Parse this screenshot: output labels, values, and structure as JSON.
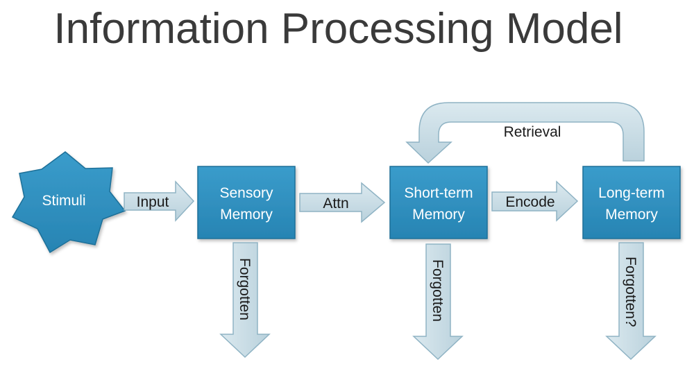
{
  "title": "Information Processing Model",
  "nodes": {
    "stimuli": "Stimuli",
    "sensory": [
      "Sensory",
      "Memory"
    ],
    "short_term": [
      "Short-term",
      "Memory"
    ],
    "long_term": [
      "Long-term",
      "Memory"
    ]
  },
  "arrows": {
    "input": "Input",
    "attn": "Attn",
    "encode": "Encode",
    "retrieval": "Retrieval",
    "forgotten_sensory": "Forgotten",
    "forgotten_short": "Forgotten",
    "forgotten_long": "Forgotten?"
  },
  "colors": {
    "box_fill": "#2e8fbf",
    "box_stroke": "#1f6f98",
    "arrow_fill": "#c9dde6",
    "arrow_stroke": "#8fb3c4"
  }
}
